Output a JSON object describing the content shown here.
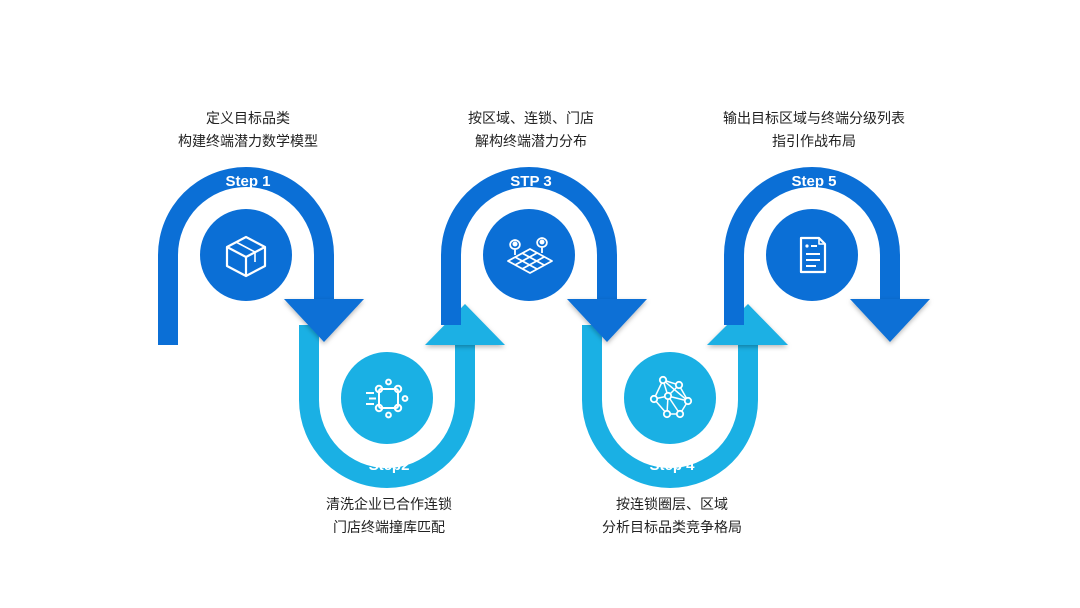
{
  "colors": {
    "dark_blue": "#0b6fd6",
    "dark_blue_edge": "#0a5fbf",
    "light_blue": "#1ab0e4",
    "white": "#ffffff",
    "text": "#222222"
  },
  "steps": [
    {
      "label": "Step 1",
      "icon": "cube-icon",
      "tone": "dark",
      "caption": [
        "定义目标品类",
        "构建终端潜力数学模型"
      ]
    },
    {
      "label": "Step2",
      "icon": "data-flow-icon",
      "tone": "light",
      "caption": [
        "清洗企业已合作连锁",
        "门店终端撞库匹配"
      ]
    },
    {
      "label": "STP 3",
      "icon": "map-pin-grid-icon",
      "tone": "dark",
      "caption": [
        "按区域、连锁、门店",
        "解构终端潜力分布"
      ]
    },
    {
      "label": "Step 4",
      "icon": "network-icon",
      "tone": "light",
      "caption": [
        "按连锁圈层、区域",
        "分析目标品类竞争格局"
      ]
    },
    {
      "label": "Step 5",
      "icon": "document-list-icon",
      "tone": "dark",
      "caption": [
        "输出目标区域与终端分级列表",
        "指引作战布局"
      ]
    }
  ]
}
